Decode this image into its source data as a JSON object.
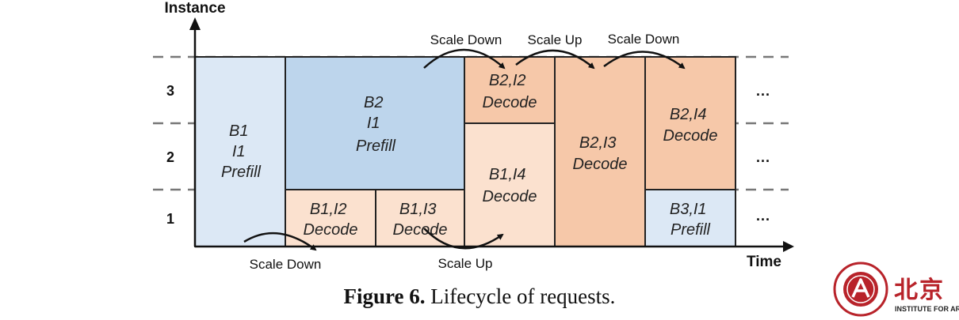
{
  "axes": {
    "y_title": "Instance",
    "x_title": "Time",
    "levels": [
      "3",
      "2",
      "1"
    ]
  },
  "blocks": [
    {
      "lines": [
        "B1",
        "I1",
        "Prefill"
      ]
    },
    {
      "lines": [
        "B2",
        "I1",
        "Prefill"
      ]
    },
    {
      "lines": [
        "B1,I2",
        "Decode"
      ]
    },
    {
      "lines": [
        "B1,I3",
        "Decode"
      ]
    },
    {
      "lines": [
        "B2,I2",
        "Decode"
      ]
    },
    {
      "lines": [
        "B1,I4",
        "Decode"
      ]
    },
    {
      "lines": [
        "B2,I3",
        "Decode"
      ]
    },
    {
      "lines": [
        "B2,I4",
        "Decode"
      ]
    },
    {
      "lines": [
        "B3,I1",
        "Prefill"
      ]
    }
  ],
  "arrows": [
    "Scale Down",
    "Scale Up",
    "Scale Down",
    "Scale Down",
    "Scale Up"
  ],
  "ellipsis": "...",
  "caption": {
    "label": "Figure 6.",
    "text": " Lifecycle of requests."
  },
  "watermark": {
    "chars": "北京",
    "sub": "INSTITUTE FOR ARTI"
  },
  "colors": {
    "prefill_light": "#dce8f5",
    "prefill_mid": "#bdd5ec",
    "decode_light": "#fbe1cf",
    "decode_mid": "#f6c8a9",
    "logo_red": "#b8232a"
  }
}
